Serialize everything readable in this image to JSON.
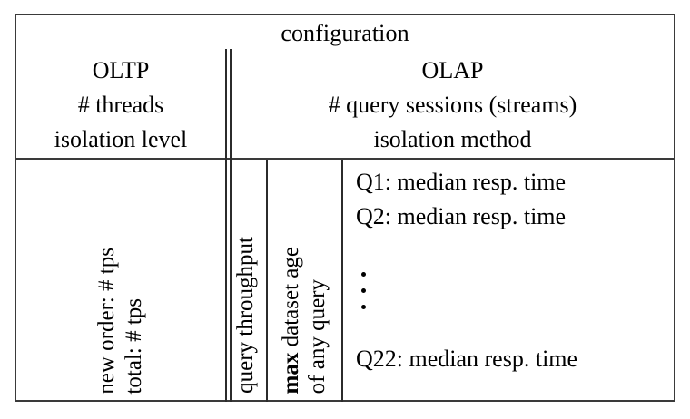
{
  "table": {
    "title": "configuration",
    "header": {
      "oltp": {
        "name": "OLTP",
        "lines": [
          "OLTP",
          "# threads",
          "isolation level"
        ]
      },
      "olap": {
        "name": "OLAP",
        "lines": [
          "OLAP",
          "# query sessions (streams)",
          "isolation method"
        ]
      }
    },
    "body": {
      "oltp_metrics": {
        "line_a": "new order: # tps",
        "line_b": "total: # tps"
      },
      "query_throughput": {
        "label": "query throughput"
      },
      "dataset_age": {
        "emphasis": "max",
        "rest_a": " dataset age",
        "line_b": "of any query"
      },
      "query_results": {
        "first": "Q1: median resp. time",
        "second": "Q2: median resp. time",
        "ellipsis": "⋮",
        "last": "Q22: median resp. time"
      }
    }
  },
  "colors": {
    "ink": "#000000",
    "rule": "#2b2b2b",
    "frame": "#3a3a3a",
    "background": "#ffffff"
  }
}
